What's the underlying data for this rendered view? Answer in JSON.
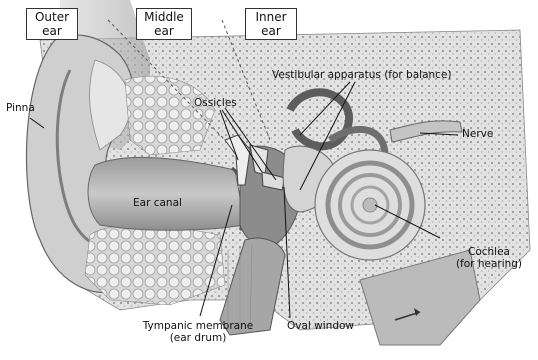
{
  "regions": {
    "outer": {
      "line1": "Outer",
      "line2": "ear"
    },
    "middle": {
      "line1": "Middle",
      "line2": "ear"
    },
    "inner": {
      "line1": "Inner",
      "line2": "ear"
    }
  },
  "labels": {
    "pinna": "Pinna",
    "ossicles": "Ossicles",
    "vestibular": "Vestibular apparatus (for balance)",
    "nerve": "Nerve",
    "ear_canal": "Ear canal",
    "cochlea": "Cochlea",
    "cochlea_note": "(for hearing)",
    "tympanic": "Tympanic membrane",
    "tympanic_note": "(ear drum)",
    "oval_window": "Oval window"
  },
  "colors": {
    "bone": "#dcdcdc",
    "tissue": "#a9a9a9",
    "dark": "#555555",
    "skin": "#c7c7c7"
  }
}
